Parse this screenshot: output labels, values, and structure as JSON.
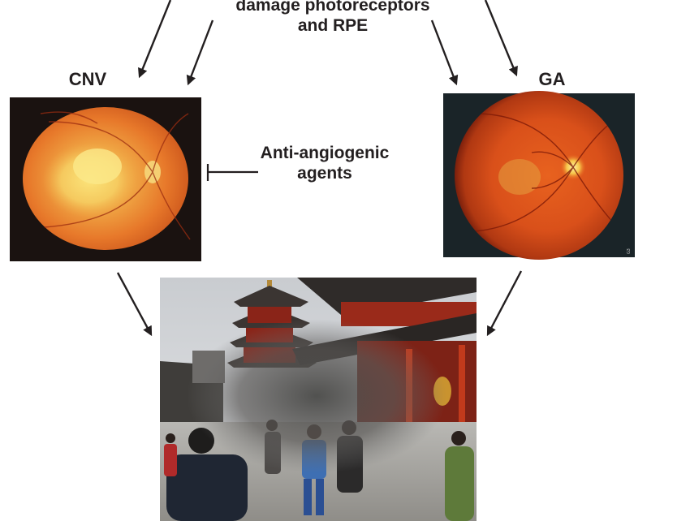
{
  "top_label_line1": "damage photoreceptors",
  "top_label_line2": "and RPE",
  "left_panel": {
    "title": "CNV",
    "image": "fundus photograph with choroidal neovascularization lesion"
  },
  "right_panel": {
    "title": "GA",
    "image": "fundus photograph with geographic atrophy",
    "corner_mark": "G3"
  },
  "inhibitor": {
    "line1": "Anti-angiogenic",
    "line2": "agents"
  },
  "bottom_image": {
    "image": "street scene photo of a pagoda and temple with a blurred, grey central area"
  },
  "colors": {
    "text": "#231f20",
    "arrow": "#231f20",
    "fundus_orange": "#e8621f",
    "fundus_dark": "#7a1f0c"
  }
}
